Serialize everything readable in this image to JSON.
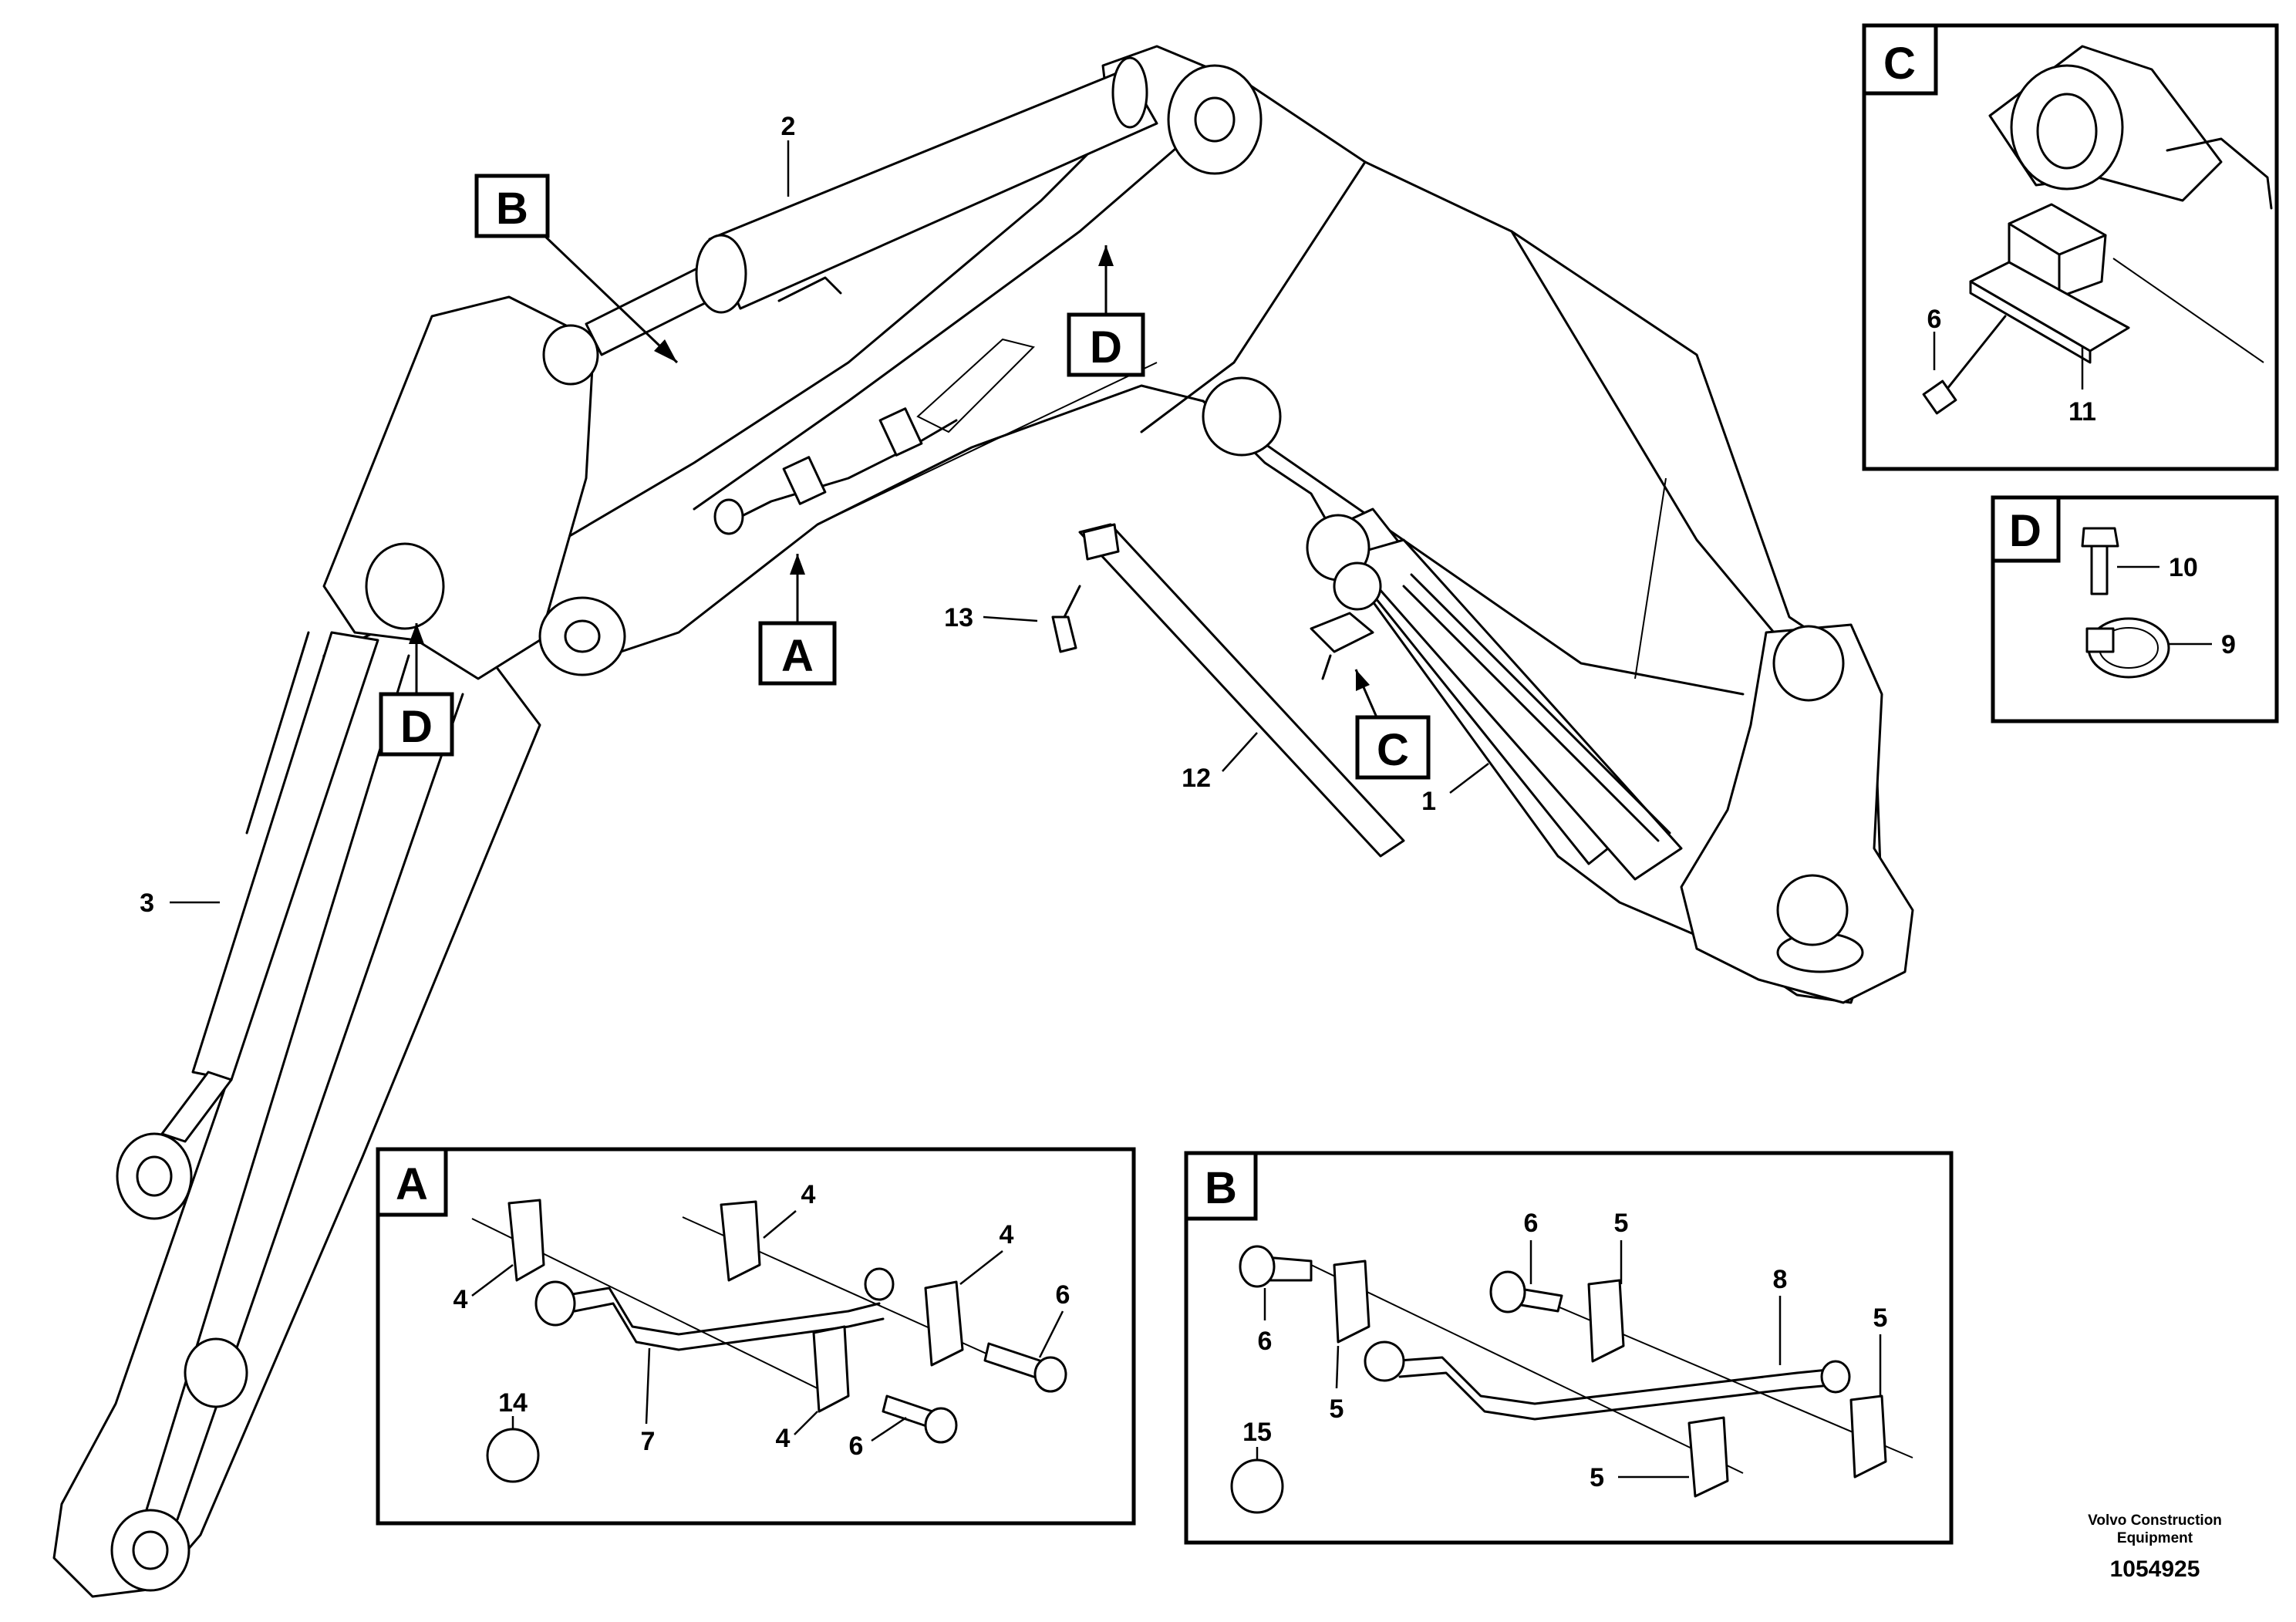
{
  "callouts": {
    "A": "A",
    "B": "B",
    "C": "C",
    "D": "D"
  },
  "part_numbers": {
    "p1": "1",
    "p2": "2",
    "p3": "3",
    "p4": "4",
    "p5": "5",
    "p6": "6",
    "p7": "7",
    "p8": "8",
    "p9": "9",
    "p10": "10",
    "p11": "11",
    "p12": "12",
    "p13": "13",
    "p14": "14",
    "p15": "15"
  },
  "footer": {
    "brand_line1": "Volvo Construction",
    "brand_line2": "Equipment",
    "doc_number": "1054925"
  }
}
